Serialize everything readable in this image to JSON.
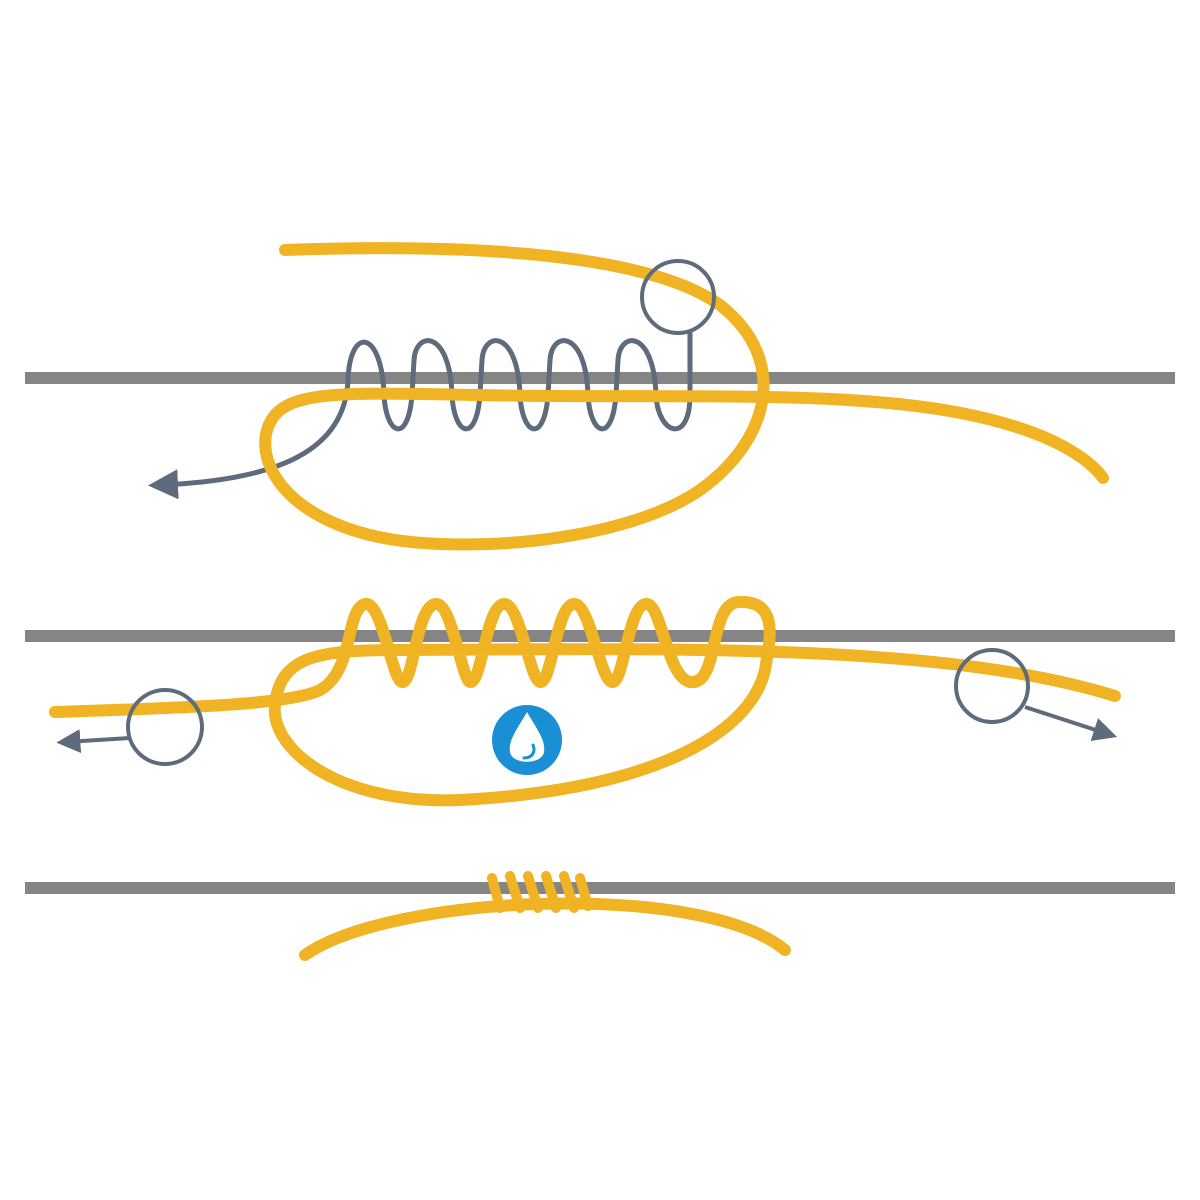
{
  "diagram": {
    "colors": {
      "background": "#ffffff",
      "main_line": "#858585",
      "tag_line": "#f0b323",
      "tag_end": "#5e6b7c",
      "water_icon_bg": "#1a8fd4",
      "water_icon_fg": "#ffffff"
    },
    "steps": [
      {
        "id": "step-1",
        "description_visible": false
      },
      {
        "id": "step-2",
        "description_visible": false
      },
      {
        "id": "step-3",
        "description_visible": false
      }
    ],
    "icons": {
      "pull_arrow": "arrow-icon",
      "marker": "circle-marker-icon",
      "wet": "water-drop-icon"
    },
    "turns_per_step": 5
  }
}
